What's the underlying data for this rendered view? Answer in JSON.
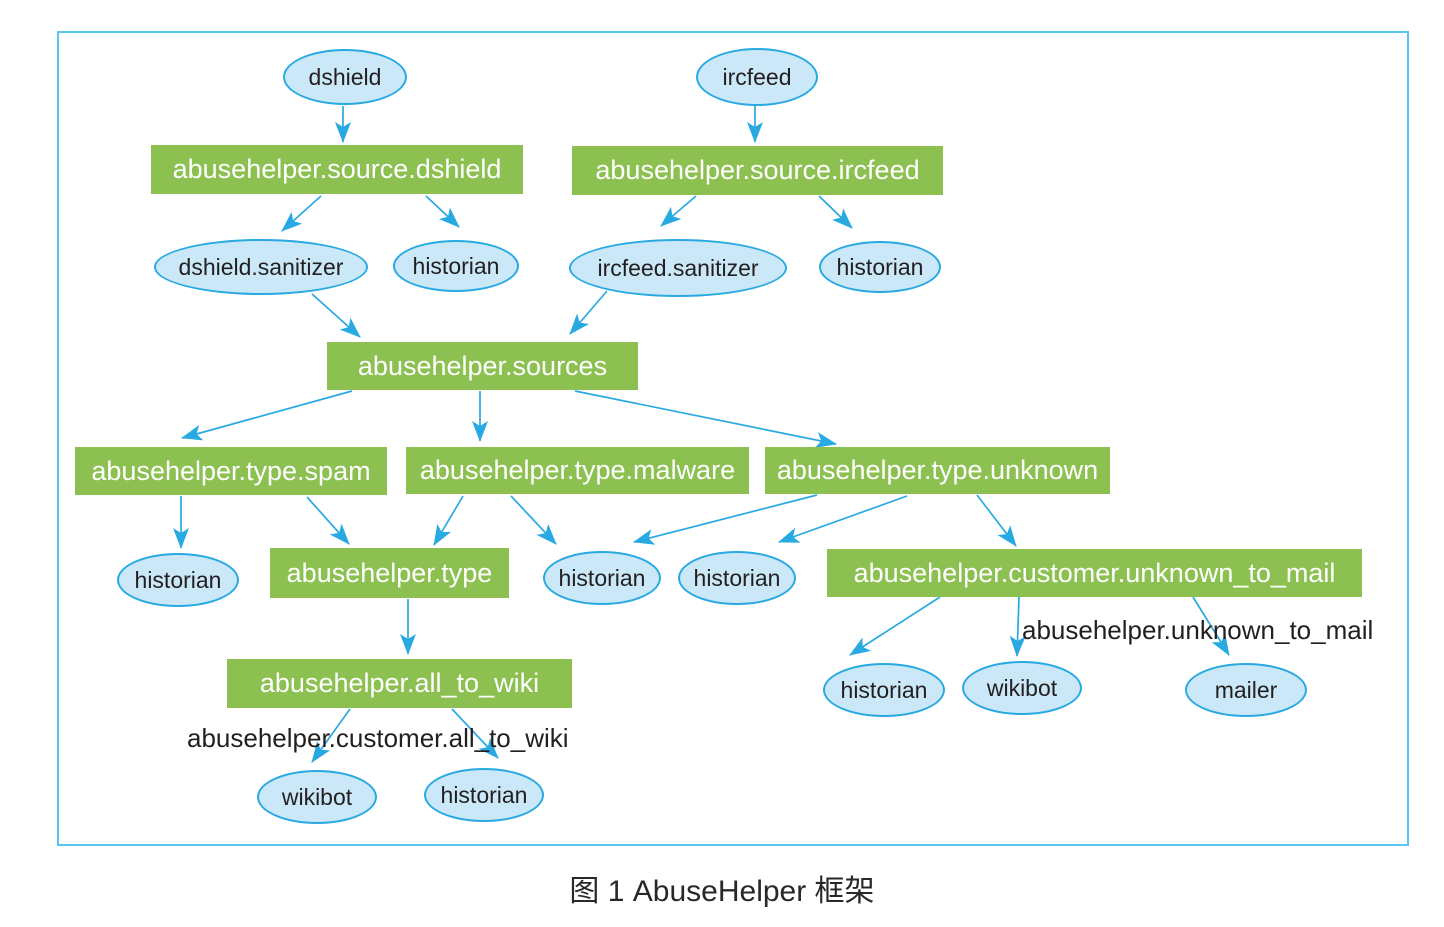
{
  "figure": {
    "caption": "图 1 AbuseHelper 框架"
  },
  "colors": {
    "box_fill_green": "#8cc152",
    "box_text": "#ffffff",
    "ellipse_fill": "#cbe8f8",
    "ellipse_border": "#29a9e1",
    "arrow_blue": "#29a9e1",
    "frame_border": "#5ac6ef",
    "dark_text": "#231f20"
  },
  "nodes": {
    "dshield": "dshield",
    "ircfeed": "ircfeed",
    "source_dshield": "abusehelper.source.dshield",
    "source_ircfeed": "abusehelper.source.ircfeed",
    "dshield_sanitizer": "dshield.sanitizer",
    "ircfeed_sanitizer": "ircfeed.sanitizer",
    "historian": "historian",
    "sources": "abusehelper.sources",
    "type_spam": "abusehelper.type.spam",
    "type_malware": "abusehelper.type.malware",
    "type_unknown": "abusehelper.type.unknown",
    "type": "abusehelper.type",
    "customer_unknown_to_mail": "abusehelper.customer.unknown_to_mail",
    "all_to_wiki": "abusehelper.all_to_wiki",
    "wikibot": "wikibot",
    "mailer": "mailer",
    "label_unknown_to_mail": "abusehelper.unknown_to_mail",
    "label_customer_all_to_wiki": "abusehelper.customer.all_to_wiki"
  },
  "edges": [
    {
      "from": "dshield",
      "to": "abusehelper.source.dshield"
    },
    {
      "from": "ircfeed",
      "to": "abusehelper.source.ircfeed"
    },
    {
      "from": "abusehelper.source.dshield",
      "to": "dshield.sanitizer"
    },
    {
      "from": "abusehelper.source.dshield",
      "to": "historian"
    },
    {
      "from": "abusehelper.source.ircfeed",
      "to": "ircfeed.sanitizer"
    },
    {
      "from": "abusehelper.source.ircfeed",
      "to": "historian"
    },
    {
      "from": "dshield.sanitizer",
      "to": "abusehelper.sources"
    },
    {
      "from": "ircfeed.sanitizer",
      "to": "abusehelper.sources"
    },
    {
      "from": "abusehelper.sources",
      "to": "abusehelper.type.spam"
    },
    {
      "from": "abusehelper.sources",
      "to": "abusehelper.type.malware"
    },
    {
      "from": "abusehelper.sources",
      "to": "abusehelper.type.unknown"
    },
    {
      "from": "abusehelper.type.spam",
      "to": "historian"
    },
    {
      "from": "abusehelper.type.spam",
      "to": "abusehelper.type"
    },
    {
      "from": "abusehelper.type.malware",
      "to": "abusehelper.type"
    },
    {
      "from": "abusehelper.type.malware",
      "to": "historian"
    },
    {
      "from": "abusehelper.type.unknown",
      "to": "historian"
    },
    {
      "from": "abusehelper.type.unknown",
      "to": "historian"
    },
    {
      "from": "abusehelper.type.unknown",
      "to": "abusehelper.customer.unknown_to_mail"
    },
    {
      "from": "abusehelper.type",
      "to": "abusehelper.all_to_wiki"
    },
    {
      "from": "abusehelper.all_to_wiki",
      "to": "wikibot"
    },
    {
      "from": "abusehelper.all_to_wiki",
      "to": "historian"
    },
    {
      "from": "abusehelper.customer.unknown_to_mail",
      "to": "historian"
    },
    {
      "from": "abusehelper.customer.unknown_to_mail",
      "to": "wikibot"
    },
    {
      "from": "abusehelper.customer.unknown_to_mail",
      "to": "mailer"
    }
  ]
}
